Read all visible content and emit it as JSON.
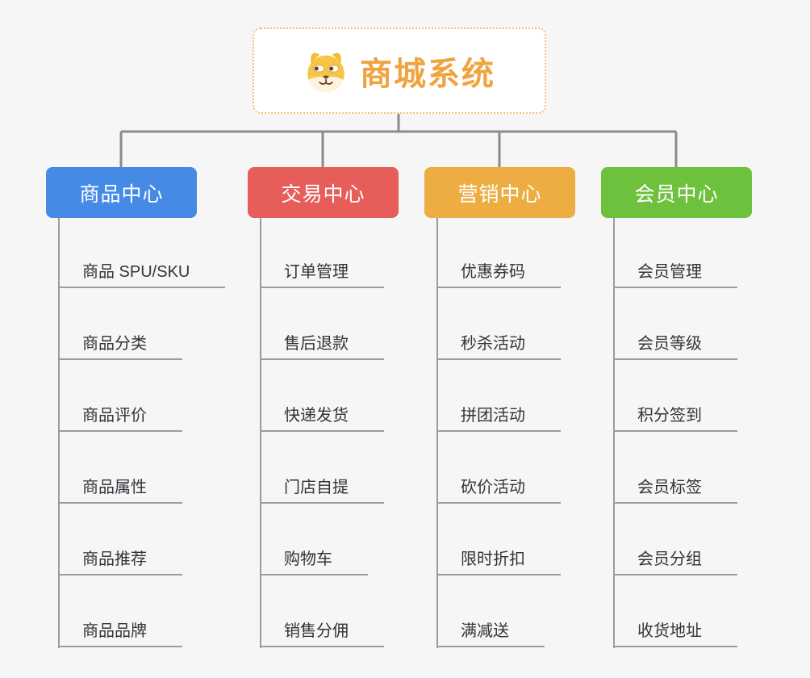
{
  "root": {
    "title": "商城系统",
    "icon": "dog-face-icon"
  },
  "branches": [
    {
      "label": "商品中心",
      "color": "#458be6",
      "items": [
        "商品 SPU/SKU",
        "商品分类",
        "商品评价",
        "商品属性",
        "商品推荐",
        "商品品牌"
      ]
    },
    {
      "label": "交易中心",
      "color": "#e65d59",
      "items": [
        "订单管理",
        "售后退款",
        "快递发货",
        "门店自提",
        "购物车",
        "销售分佣"
      ]
    },
    {
      "label": "营销中心",
      "color": "#eead42",
      "items": [
        "优惠券码",
        "秒杀活动",
        "拼团活动",
        "砍价活动",
        "限时折扣",
        "满减送"
      ]
    },
    {
      "label": "会员中心",
      "color": "#6ec13c",
      "items": [
        "会员管理",
        "会员等级",
        "积分签到",
        "会员标签",
        "会员分组",
        "收货地址"
      ]
    }
  ],
  "colors": {
    "connector": "#8b8b8b",
    "item_line": "#9c9c9c",
    "item_text": "#33333a",
    "root_text": "#f0a43f",
    "root_border": "#f2c36b",
    "background": "#f6f6f6"
  }
}
